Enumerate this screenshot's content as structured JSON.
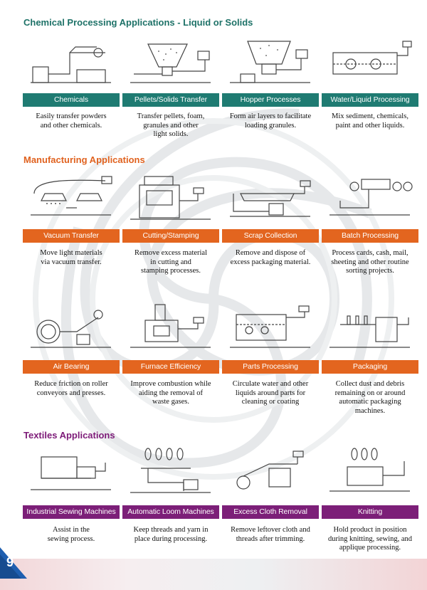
{
  "page_number": "9",
  "sections": [
    {
      "title": "Chemical Processing Applications - Liquid or Solids",
      "color": "#1f7b72",
      "items": [
        {
          "label": "Chemicals",
          "icon": "chemical-transfer-illustration",
          "desc": [
            "Easily transfer powders",
            "and other chemicals."
          ]
        },
        {
          "label": "Pellets/Solids Transfer",
          "icon": "pellets-hopper-illustration",
          "desc": [
            "Transfer pellets, foam,",
            "granules and other",
            "light solids."
          ]
        },
        {
          "label": "Hopper Processes",
          "icon": "hopper-illustration",
          "desc": [
            "Form air layers to facilitate",
            "loading granules."
          ]
        },
        {
          "label": "Water/Liquid Processing",
          "icon": "liquid-tank-illustration",
          "desc": [
            "Mix sediment, chemicals,",
            "paint and other liquids."
          ]
        }
      ]
    },
    {
      "title": "Manufacturing Applications",
      "color": "#e3651f",
      "items": [
        {
          "label": "Vacuum Transfer",
          "icon": "vacuum-transfer-illustration",
          "desc": [
            "Move light materials",
            "via vacuum transfer."
          ]
        },
        {
          "label": "Cutting/Stamping",
          "icon": "cutting-machine-illustration",
          "desc": [
            "Remove excess material",
            "in cutting and",
            "stamping processes."
          ]
        },
        {
          "label": "Scrap Collection",
          "icon": "scrap-collection-illustration",
          "desc": [
            "Remove and dispose of",
            "excess packaging material."
          ]
        },
        {
          "label": "Batch Processing",
          "icon": "batch-processing-illustration",
          "desc": [
            "Process cards, cash, mail,",
            "sheeting and other routine",
            "sorting projects."
          ]
        }
      ]
    },
    {
      "title": "",
      "color": "#e3651f",
      "items": [
        {
          "label": "Air Bearing",
          "icon": "air-bearing-illustration",
          "desc": [
            "Reduce friction on roller",
            "conveyors and presses."
          ]
        },
        {
          "label": "Furnace Efficiency",
          "icon": "furnace-illustration",
          "desc": [
            "Improve combustion while",
            "aiding the removal of",
            "waste gases."
          ]
        },
        {
          "label": "Parts Processing",
          "icon": "parts-tank-illustration",
          "desc": [
            "Circulate water and other",
            "liquids around parts for",
            "cleaning or coating"
          ]
        },
        {
          "label": "Packaging",
          "icon": "packaging-machine-illustration",
          "desc": [
            "Collect dust and debris",
            "remaining on or around",
            "automatic packaging",
            "machines."
          ]
        }
      ]
    },
    {
      "title": "Textiles Applications",
      "color": "#7c1f78",
      "items": [
        {
          "label": "Industrial Sewing Machines",
          "icon": "sewing-machine-illustration",
          "desc": [
            "Assist in the",
            "sewing process."
          ]
        },
        {
          "label": "Automatic Loom Machines",
          "icon": "loom-machine-illustration",
          "desc": [
            "Keep threads and yarn in",
            "place during processing."
          ]
        },
        {
          "label": "Excess Cloth Removal",
          "icon": "cloth-removal-illustration",
          "desc": [
            "Remove leftover cloth and",
            "threads after trimming."
          ]
        },
        {
          "label": "Knitting",
          "icon": "knitting-machine-illustration",
          "desc": [
            "Hold product in position",
            "during knitting, sewing, and",
            "applique processing."
          ]
        }
      ]
    }
  ]
}
